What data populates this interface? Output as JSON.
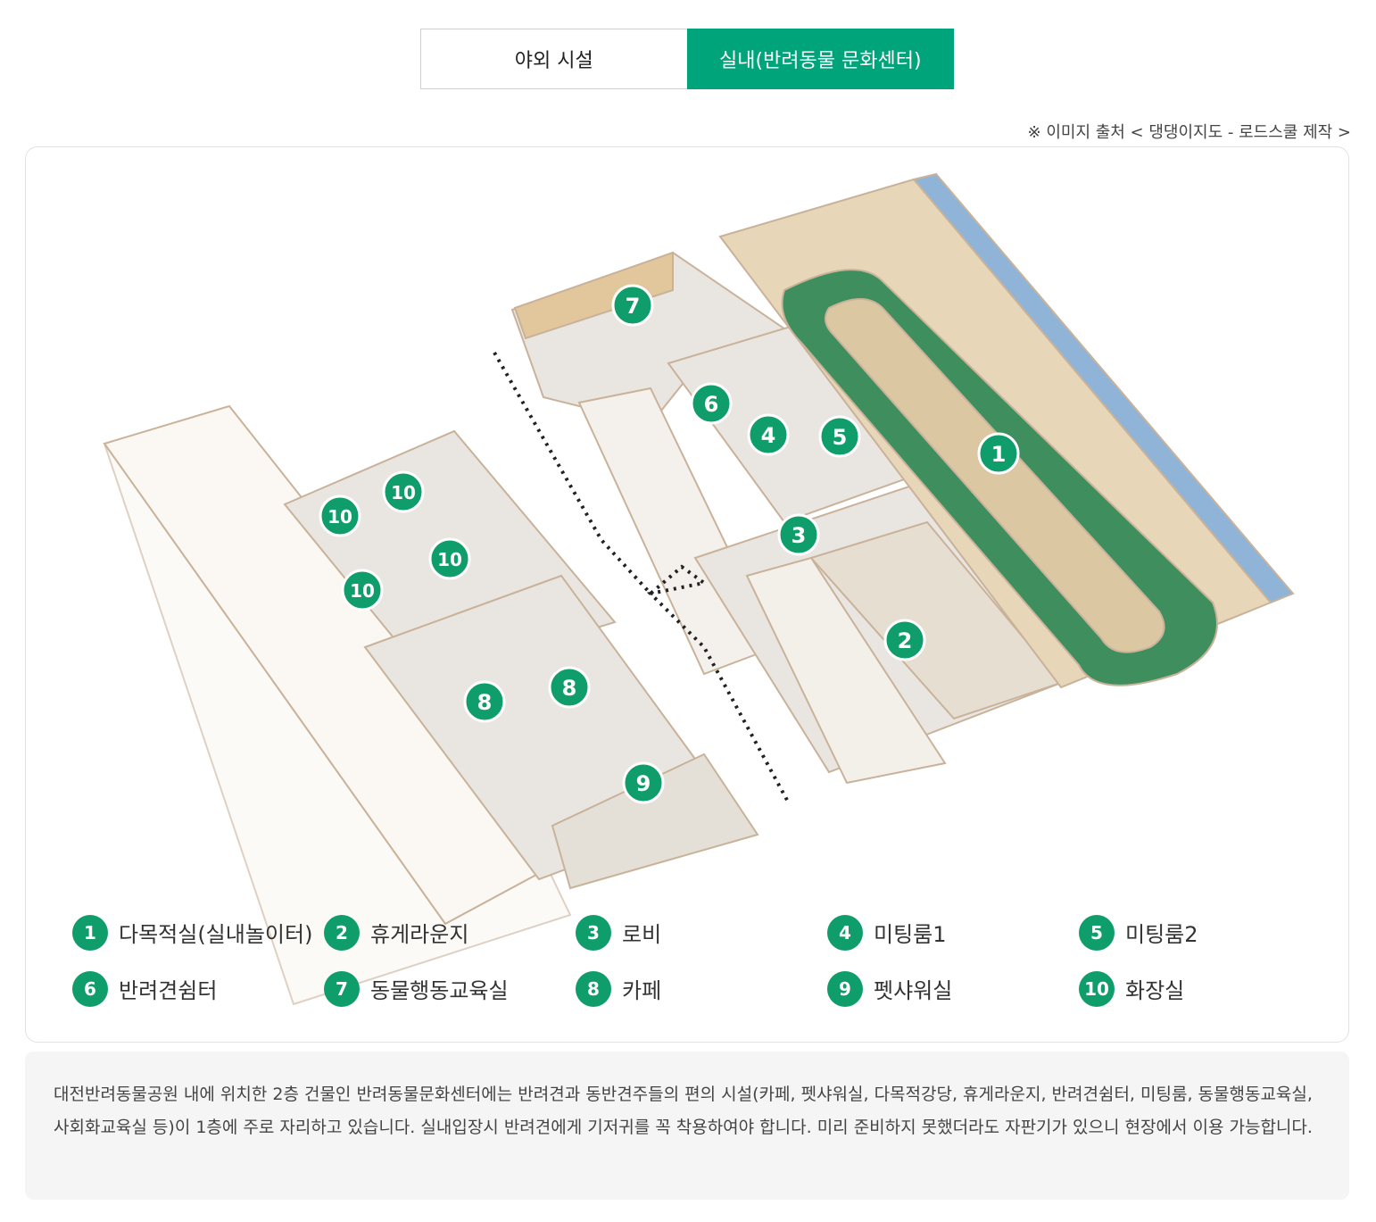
{
  "tabs": [
    {
      "label": "야외 시설",
      "active": false
    },
    {
      "label": "실내(반려동물 문화센터)",
      "active": true
    }
  ],
  "credit": "※ 이미지 출처 < 댕댕이지도 - 로드스쿨 제작 >",
  "colors": {
    "accent": "#00a47b",
    "marker": "#0f9d6b",
    "track": "#3f8f5e",
    "floor": "#e6e1d8"
  },
  "map_markers": {
    "m1": "1",
    "m2": "2",
    "m3": "3",
    "m4": "4",
    "m5": "5",
    "m6": "6",
    "m7": "7",
    "m8a": "8",
    "m8b": "8",
    "m9": "9",
    "m10a": "10",
    "m10b": "10",
    "m10c": "10",
    "m10d": "10"
  },
  "legend": [
    {
      "num": "1",
      "label": "다목적실(실내놀이터)"
    },
    {
      "num": "2",
      "label": "휴게라운지"
    },
    {
      "num": "3",
      "label": "로비"
    },
    {
      "num": "4",
      "label": "미팅룸1"
    },
    {
      "num": "5",
      "label": "미팅룸2"
    },
    {
      "num": "6",
      "label": "반려견쉼터"
    },
    {
      "num": "7",
      "label": "동물행동교육실"
    },
    {
      "num": "8",
      "label": "카페"
    },
    {
      "num": "9",
      "label": "펫샤워실"
    },
    {
      "num": "10",
      "label": "화장실"
    }
  ],
  "description": "대전반려동물공원 내에 위치한 2층 건물인 반려동물문화센터에는 반려견과 동반견주들의 편의 시설(카페, 펫샤워실, 다목적강당, 휴게라운지, 반려견쉼터, 미팅룸, 동물행동교육실, 사회화교육실 등)이 1층에 주로 자리하고 있습니다. 실내입장시 반려견에게 기저귀를 꼭 착용하여야 합니다. 미리 준비하지 못했더라도 자판기가 있으니 현장에서 이용 가능합니다."
}
